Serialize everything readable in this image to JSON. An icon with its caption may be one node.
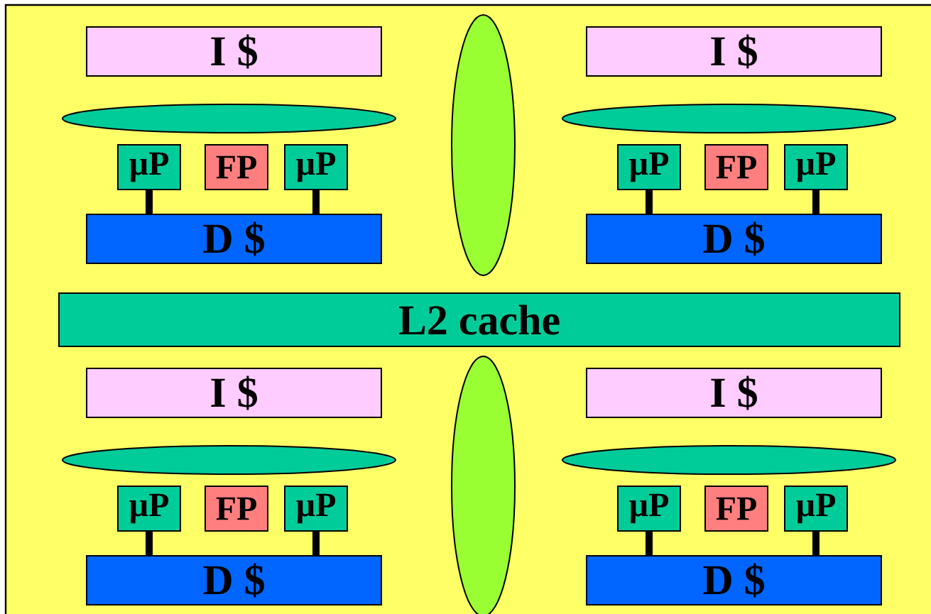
{
  "diagram": {
    "nodes": [
      {
        "text": [
          "I $"
        ]
      },
      {
        "text": [],
        "shape": "ellipse"
      },
      {
        "text": [
          "µP"
        ]
      },
      {
        "text": [
          "FP"
        ]
      },
      {
        "text": [
          "µP"
        ]
      },
      {
        "text": [
          "D $"
        ]
      },
      {
        "text": [],
        "shape": "ellipse"
      },
      {
        "text": [
          "I $"
        ]
      },
      {
        "text": [],
        "shape": "ellipse"
      },
      {
        "text": [
          "µP"
        ]
      },
      {
        "text": [
          "FP"
        ]
      },
      {
        "text": [
          "µP"
        ]
      },
      {
        "text": [
          "D $"
        ]
      },
      {
        "text": [
          "L2 cache"
        ]
      },
      {
        "text": [
          "I $"
        ]
      },
      {
        "text": [],
        "shape": "ellipse"
      },
      {
        "text": [
          "µP"
        ]
      },
      {
        "text": [
          "FP"
        ]
      },
      {
        "text": [
          "µP"
        ]
      },
      {
        "text": [
          "D $"
        ]
      },
      {
        "text": [],
        "shape": "ellipse"
      },
      {
        "text": [
          "I $"
        ]
      },
      {
        "text": [],
        "shape": "ellipse"
      },
      {
        "text": [
          "µP"
        ]
      },
      {
        "text": [
          "FP"
        ]
      },
      {
        "text": [
          "µP"
        ]
      },
      {
        "text": [
          "D $"
        ]
      }
    ],
    "edges": [
      {
        "from": 2,
        "to": 5,
        "arrow": "none"
      },
      {
        "from": 4,
        "to": 5,
        "arrow": "none"
      },
      {
        "from": 9,
        "to": 12,
        "arrow": "none"
      },
      {
        "from": 11,
        "to": 12,
        "arrow": "none"
      },
      {
        "from": 16,
        "to": 19,
        "arrow": "none"
      },
      {
        "from": 18,
        "to": 19,
        "arrow": "none"
      },
      {
        "from": 23,
        "to": 26,
        "arrow": "none"
      },
      {
        "from": 25,
        "to": 26,
        "arrow": "none"
      }
    ]
  }
}
